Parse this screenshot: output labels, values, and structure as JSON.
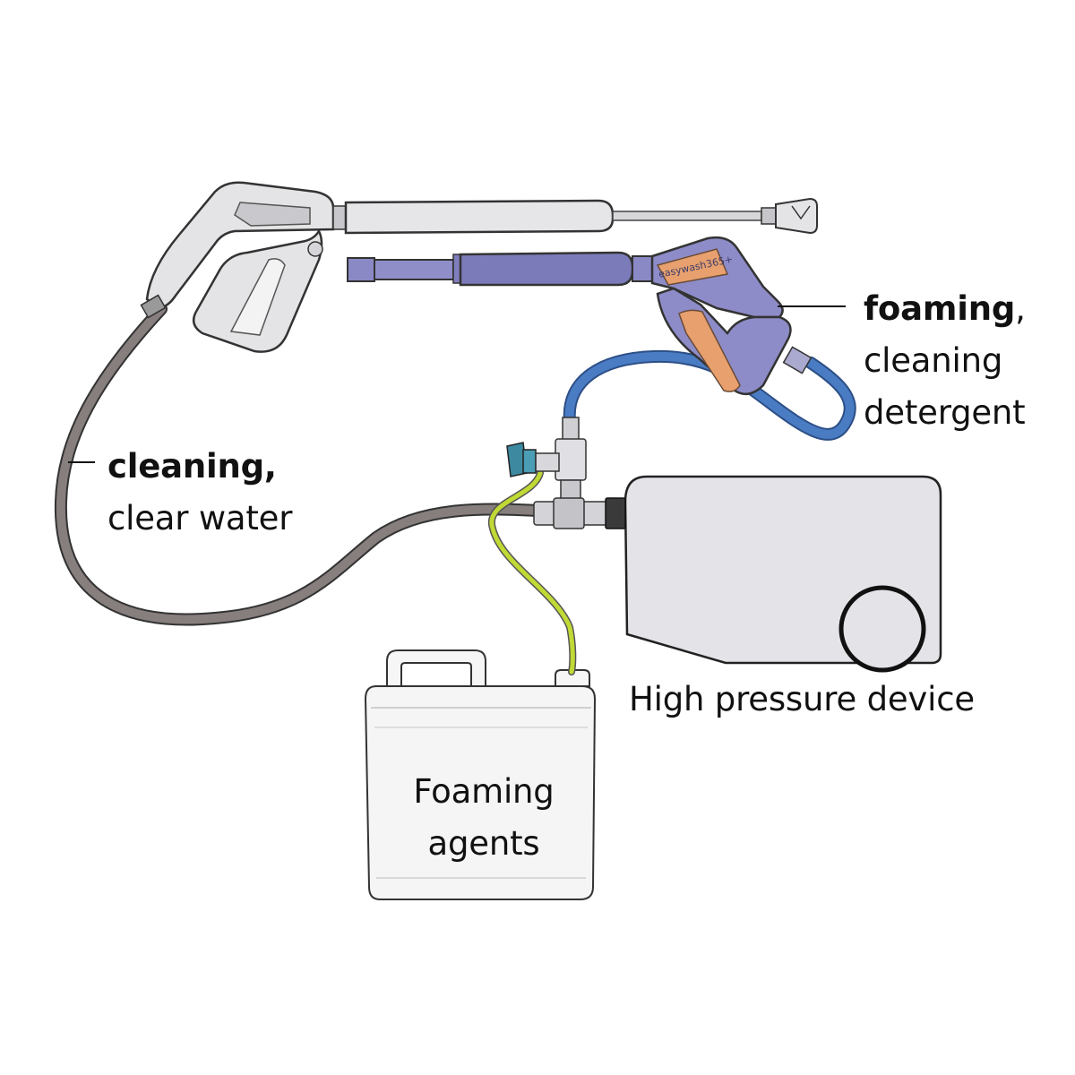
{
  "labels": {
    "foaming_bold": "foaming",
    "foaming_comma": ",",
    "foaming_line2": "cleaning",
    "foaming_line3": "detergent",
    "cleaning_bold": "cleaning,",
    "cleaning_line2": "clear water",
    "device": "High pressure device",
    "tank_line1": "Foaming",
    "tank_line2": "agents"
  },
  "gun_branding": {
    "brand": "easywash365+"
  },
  "colors": {
    "grey_hose": "#877e7e",
    "blue_hose": "#4a7cc4",
    "yellow_hose": "#c1d935",
    "device_body": "#e3e3e8",
    "silver_gun": "#e4e4e6",
    "purple_gun": "#8d8cc8",
    "orange_trigger": "#e7a06e",
    "tank": "#f5f5f5"
  }
}
